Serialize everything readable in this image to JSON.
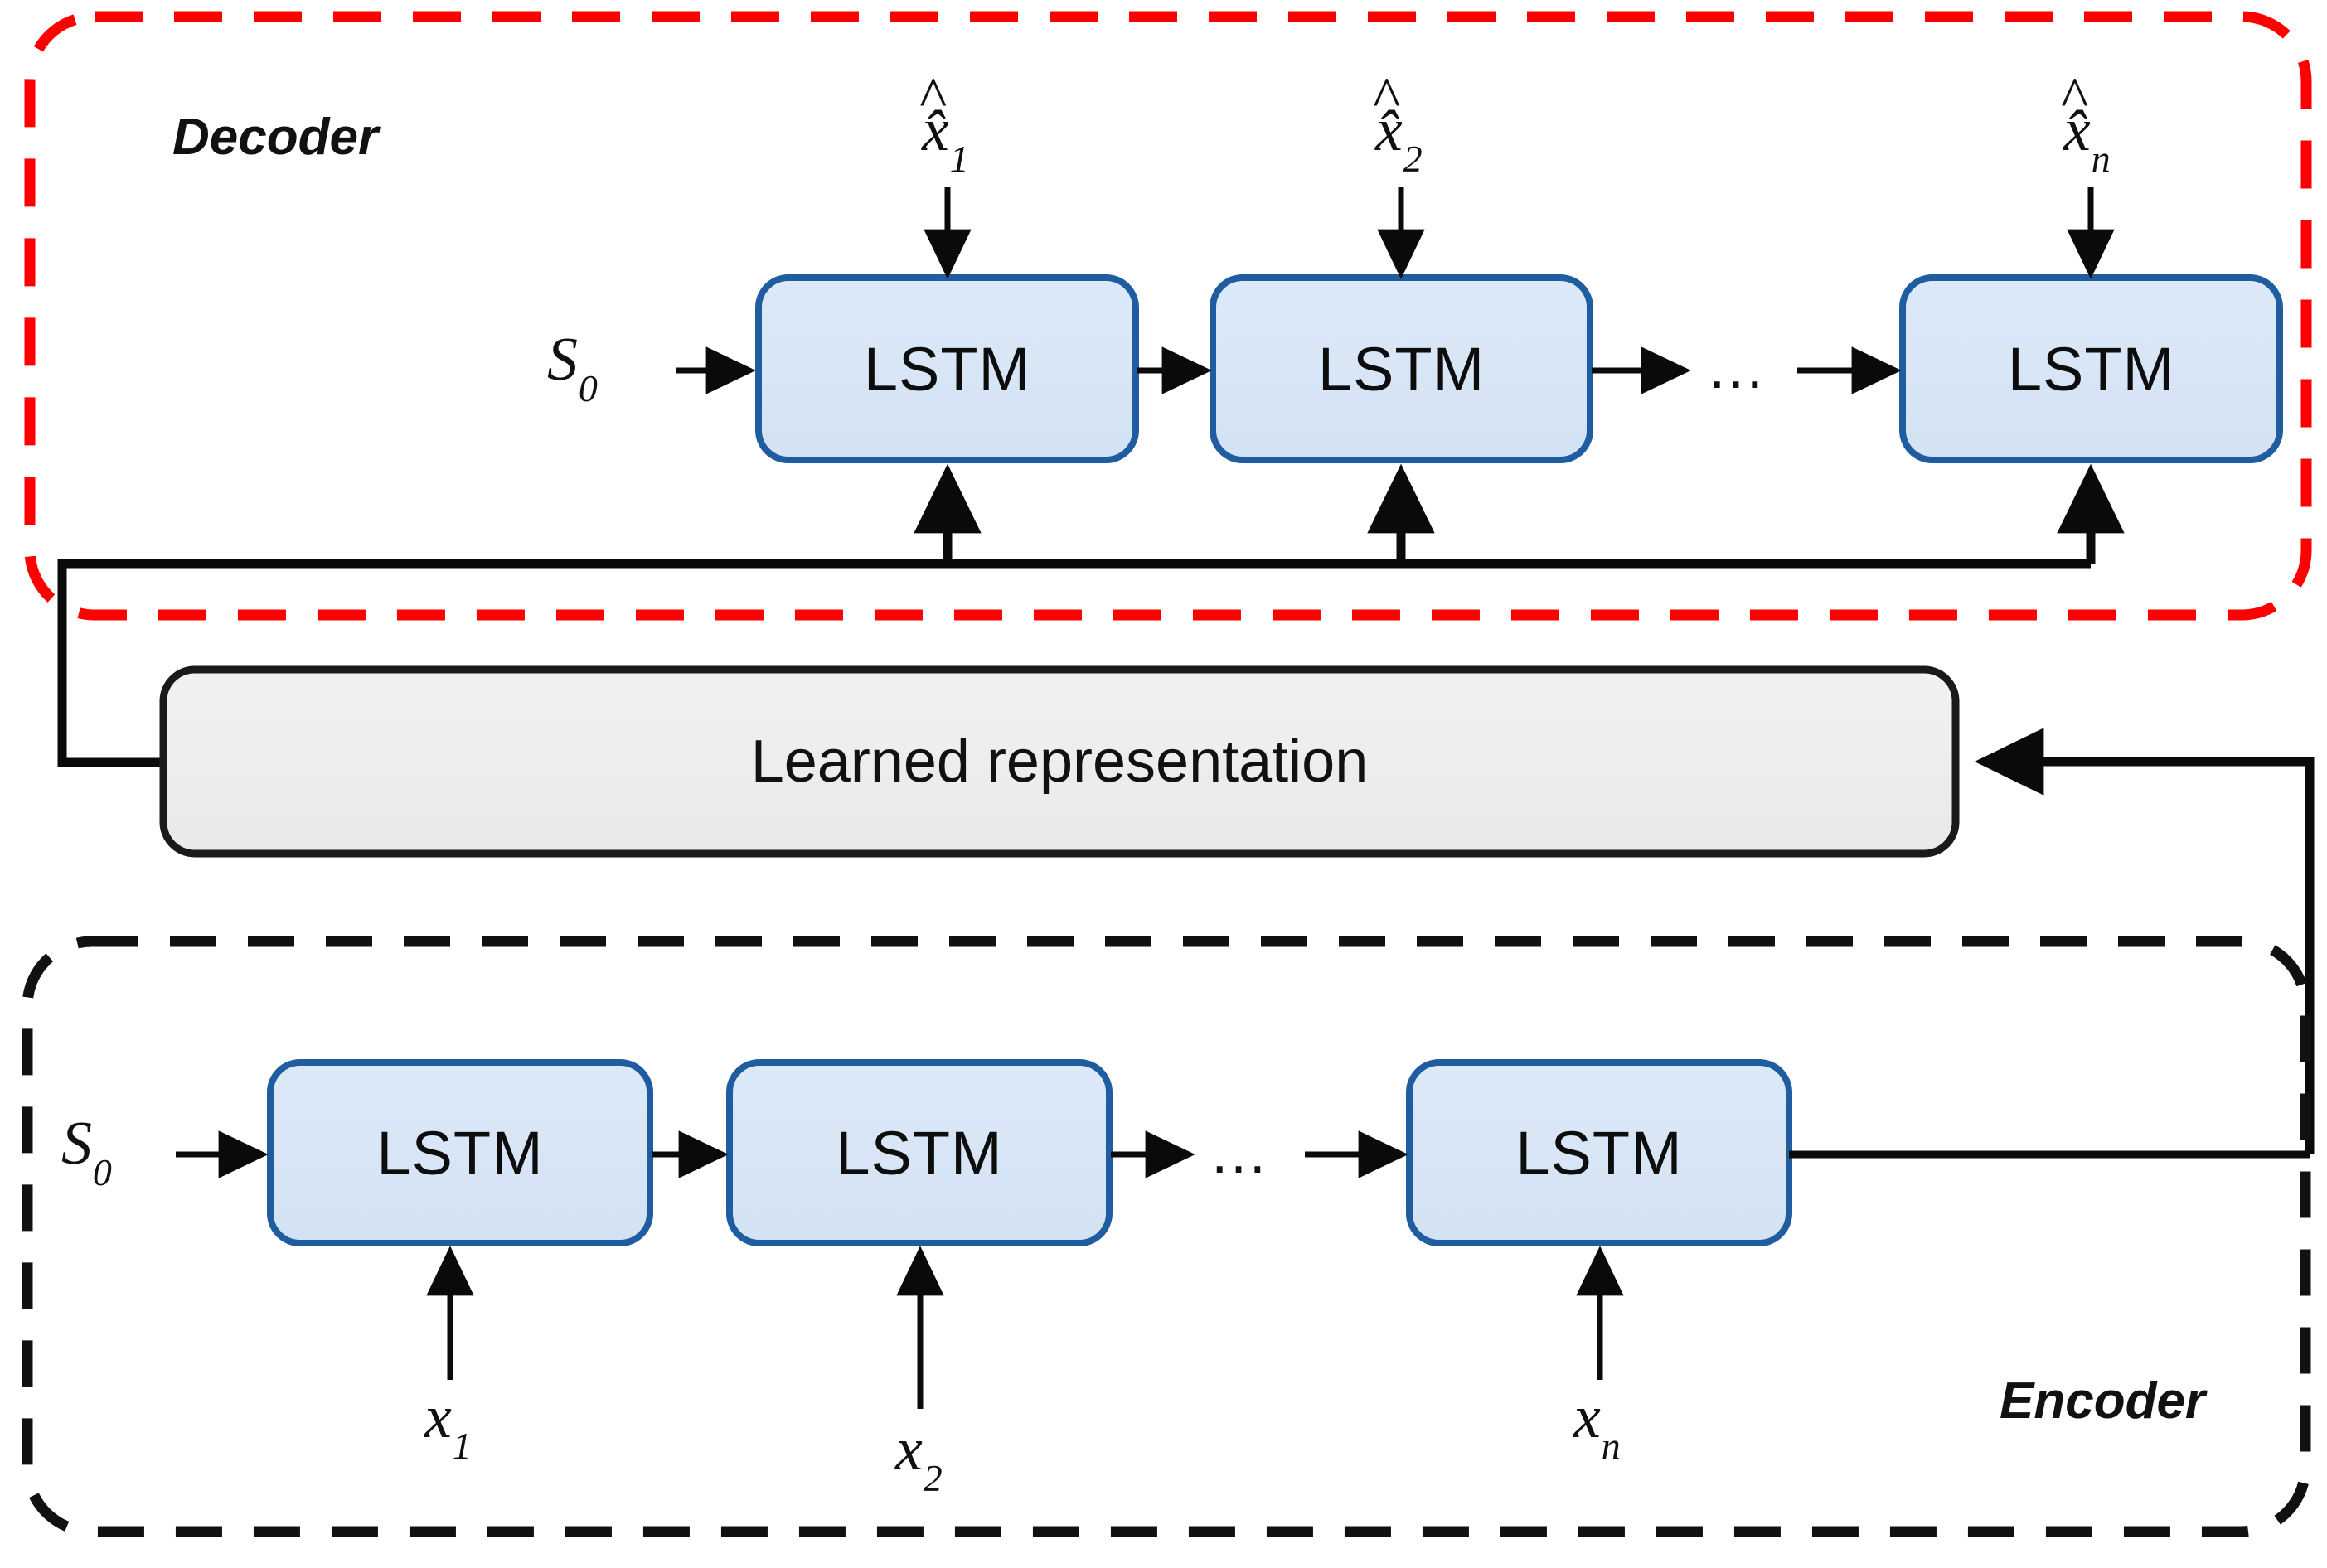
{
  "diagram": {
    "title": "LSTM Autoencoder architecture",
    "colors": {
      "decoder_border": "#FF0000",
      "encoder_border": "#000000",
      "lstm_fill": "#D8E6F6",
      "lstm_border": "#1F5DA0",
      "representation_fill": "#EDEDED",
      "representation_border": "#1A1A1A",
      "arrow": "#0A0A0A",
      "text": "#111111"
    }
  },
  "decoder": {
    "label": "Decoder",
    "cells": [
      {
        "label": "LSTM",
        "input_label": "x̂",
        "input_sub": "1"
      },
      {
        "label": "LSTM",
        "input_label": "x̂",
        "input_sub": "2"
      },
      {
        "label": "LSTM",
        "input_label": "x̂",
        "input_sub": "n"
      }
    ],
    "initial_state": {
      "symbol": "S",
      "sub": "0"
    },
    "ellipsis": "…"
  },
  "representation": {
    "label": "Learned representation"
  },
  "encoder": {
    "label": "Encoder",
    "cells": [
      {
        "label": "LSTM",
        "input_label": "x",
        "input_sub": "1"
      },
      {
        "label": "LSTM",
        "input_label": "x",
        "input_sub": "2"
      },
      {
        "label": "LSTM",
        "input_label": "x",
        "input_sub": "n"
      }
    ],
    "initial_state": {
      "symbol": "S",
      "sub": "0"
    },
    "ellipsis": "…"
  }
}
